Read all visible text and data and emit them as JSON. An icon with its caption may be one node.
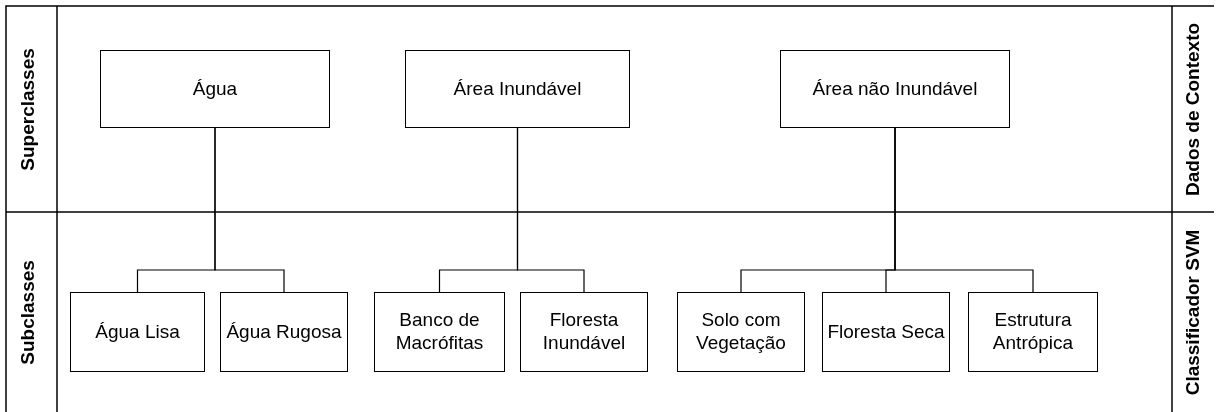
{
  "diagram": {
    "nodes": [
      {
        "text": [
          "Água"
        ]
      },
      {
        "text": [
          "Área Inundável"
        ]
      },
      {
        "text": [
          "Área não Inundável"
        ]
      },
      {
        "text": [
          "Água Lisa"
        ]
      },
      {
        "text": [
          "Água Rugosa"
        ]
      },
      {
        "text": [
          "Banco de Macrófitas"
        ]
      },
      {
        "text": [
          "Floresta Inundável"
        ]
      },
      {
        "text": [
          "Solo com Vegetação"
        ]
      },
      {
        "text": [
          "Floresta Seca"
        ]
      },
      {
        "text": [
          "Estrutura Antrópica"
        ]
      }
    ],
    "edges": [
      {
        "from": 0,
        "to": 3,
        "arrow": "none"
      },
      {
        "from": 0,
        "to": 4,
        "arrow": "none"
      },
      {
        "from": 1,
        "to": 5,
        "arrow": "none"
      },
      {
        "from": 1,
        "to": 6,
        "arrow": "none"
      },
      {
        "from": 2,
        "to": 7,
        "arrow": "none"
      },
      {
        "from": 2,
        "to": 8,
        "arrow": "none"
      },
      {
        "from": 2,
        "to": 9,
        "arrow": "none"
      }
    ],
    "labels": [
      "Superclasses",
      "Dados de Contexto",
      "Subclasses",
      "Classificador SVM"
    ]
  }
}
